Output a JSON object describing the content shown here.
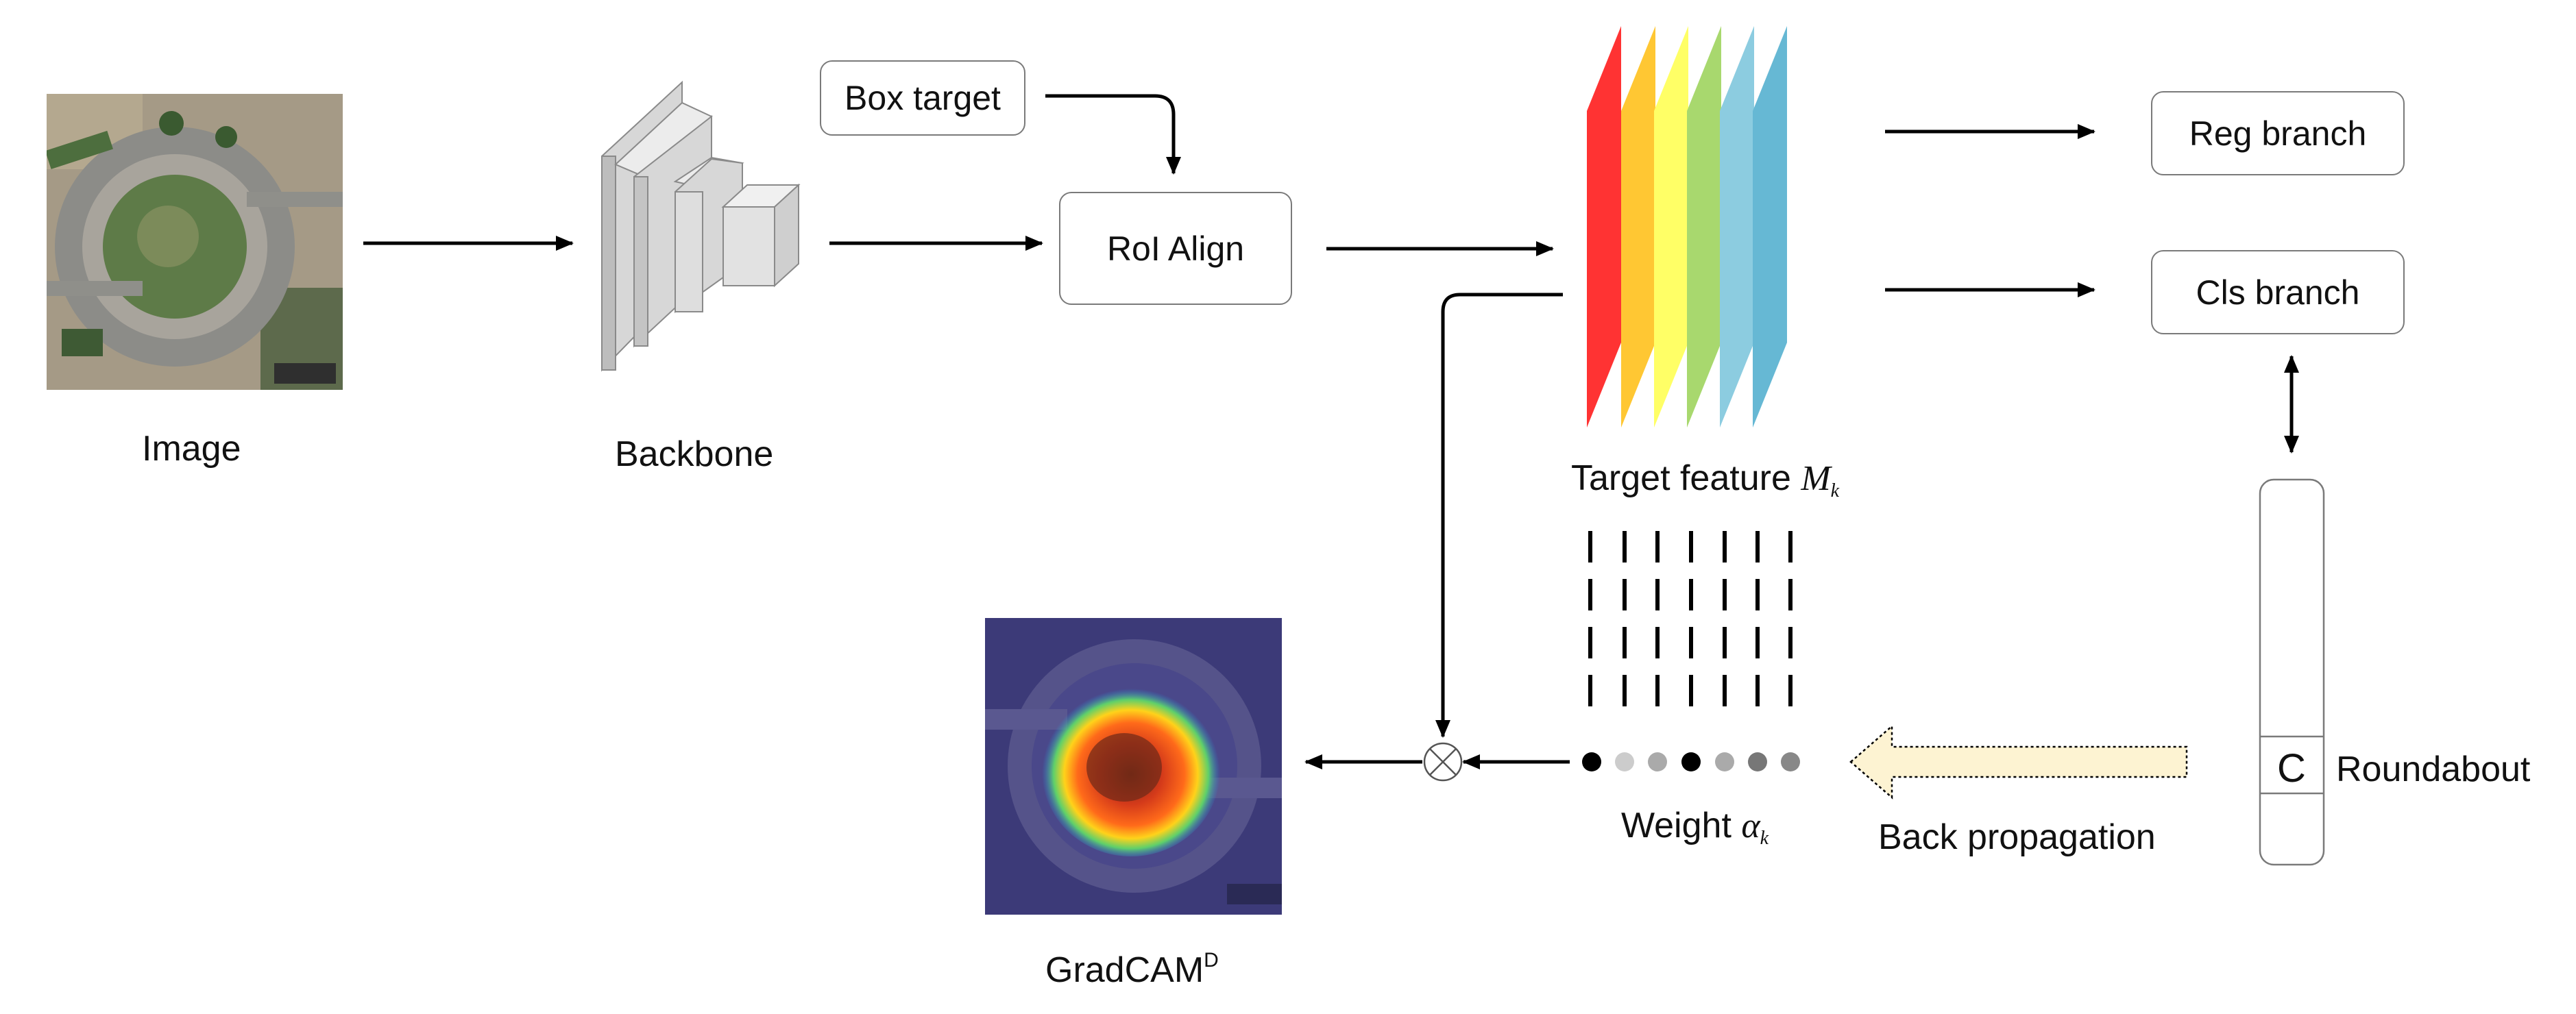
{
  "labels": {
    "image": "Image",
    "backbone": "Backbone",
    "box_target": "Box target",
    "roi_align": "RoI Align",
    "target_feature_text": "Target feature ",
    "target_feature_symbol": "M",
    "target_feature_sub": "k",
    "reg_branch": "Reg branch",
    "cls_branch": "Cls branch",
    "class_letter": "C",
    "roundabout": "Roundabout",
    "weight_text": "Weight ",
    "weight_symbol": "α",
    "weight_sub": "k",
    "back_propagation": "Back propagation",
    "gradcam": "GradCAM",
    "gradcam_sup": "D"
  },
  "colors": {
    "feature_layers": [
      "#ff3333",
      "#ffc733",
      "#ffff66",
      "#a8d86e",
      "#8ccce0",
      "#66b8d4"
    ],
    "weight_dots": [
      "#000000",
      "#cccccc",
      "#aaaaaa",
      "#000000",
      "#aaaaaa",
      "#777777",
      "#888888"
    ],
    "backprop_arrow_fill": "#fdf3d2",
    "box_border": "#7a7a7a"
  },
  "icons": {
    "multiply": "circled-times-icon",
    "image": "aerial-roundabout-image",
    "heatmap": "gradcam-heatmap-image"
  }
}
